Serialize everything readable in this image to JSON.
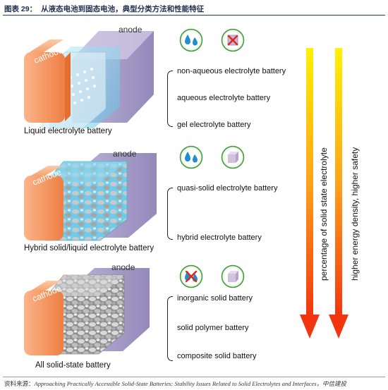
{
  "figure": {
    "number": "图表 29：",
    "title": "从液态电池到固态电池，典型分类方法和性能特征",
    "source_label": "资料来源：",
    "source_text": "Approaching Practically Accessible Solid-State Batteries: Stability Issues Related to Solid Electrolytes and Interfaces，中信建投"
  },
  "cells": [
    {
      "caption": "Liquid electrolyte battery",
      "anode_label": "anode",
      "cathode_label": "cathode",
      "icons": [
        "liquid-drops-icon",
        "crossed-solid-icon"
      ],
      "items": [
        "non-aqueous electrolyte battery",
        "aqueous electrolyte battery",
        "gel electrolyte battery"
      ]
    },
    {
      "caption": "Hybrid solid/liquid electrolyte battery",
      "anode_label": "anode",
      "cathode_label": "cathode",
      "icons": [
        "liquid-drops-icon",
        "solid-cube-icon"
      ],
      "items": [
        "quasi-solid electrolyte battery",
        "hybrid electrolyte battery"
      ]
    },
    {
      "caption": "All solid-state battery",
      "anode_label": "anode",
      "cathode_label": "cathode",
      "icons": [
        "crossed-drops-icon",
        "solid-cube-icon"
      ],
      "items": [
        "inorganic solid battery",
        "solid polymer battery",
        "composite solid battery"
      ]
    }
  ],
  "arrows": [
    {
      "label": "percentage of solid state electrolyte"
    },
    {
      "label": "higher energy density, higher safety"
    }
  ],
  "colors": {
    "cathode": "#f39a63",
    "anode": "#a99fc6",
    "liquid": "#7fd0ea",
    "arrow_top": "#ffee00",
    "arrow_bottom": "#f23a12",
    "icon_ring": "#3f9a3a"
  }
}
